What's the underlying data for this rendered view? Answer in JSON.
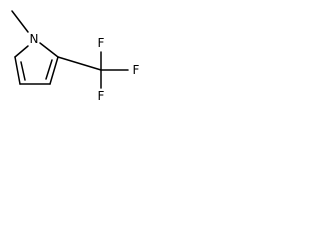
{
  "molecule": {
    "atoms": {
      "n1": "N",
      "f1": "F",
      "f2": "F",
      "f3": "F"
    },
    "colors": {
      "bond": "#000000",
      "label": "#000000",
      "background": "#ffffff"
    }
  }
}
